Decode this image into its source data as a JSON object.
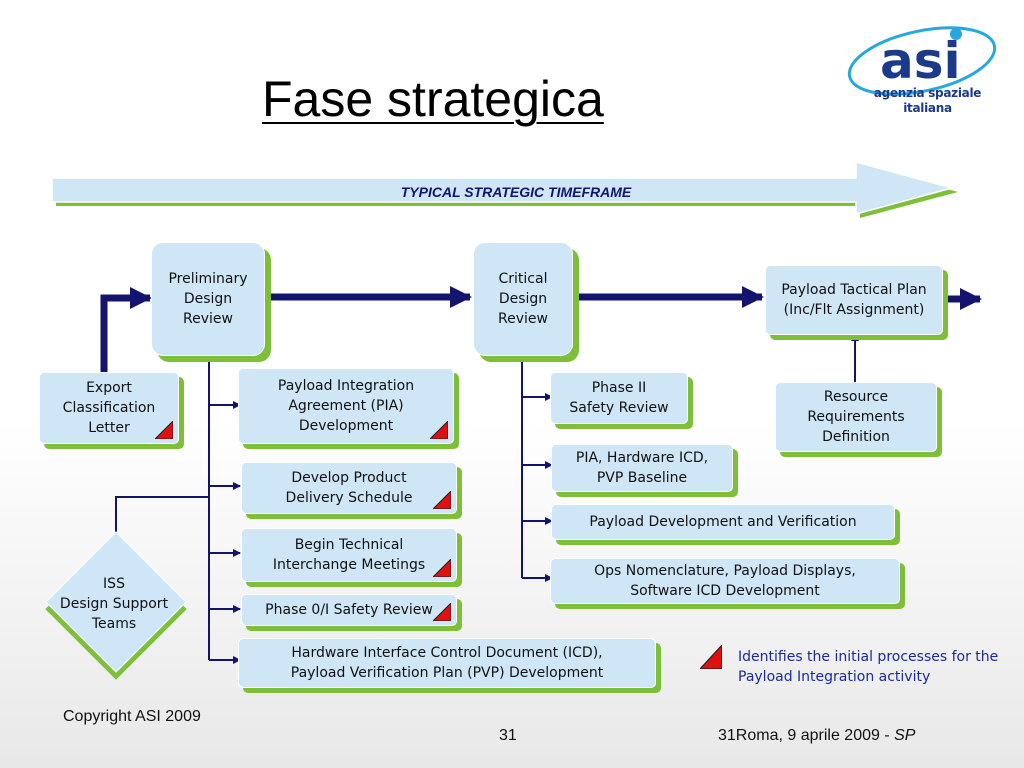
{
  "title": "Fase strategica",
  "logo": {
    "mark": "asi",
    "subtitle_line1": "agenzia spaziale",
    "subtitle_line2": "italiana"
  },
  "timeframe_label": "TYPICAL STRATEGIC TIMEFRAME",
  "milestones": {
    "pdr": "Preliminary\nDesign\nReview",
    "cdr": "Critical\nDesign\nReview",
    "ptp": "Payload Tactical Plan\n(Inc/Flt Assignment)"
  },
  "inputs": {
    "export": "Export\nClassification\nLetter",
    "iss": "ISS\nDesign Support\nTeams",
    "resource": "Resource\nRequirements\nDefinition"
  },
  "pdr_branch": [
    "Payload Integration\nAgreement (PIA)\nDevelopment",
    "Develop Product\nDelivery Schedule",
    "Begin Technical\nInterchange Meetings",
    "Phase 0/I Safety Review",
    "Hardware Interface Control Document (ICD),\nPayload Verification Plan (PVP) Development"
  ],
  "cdr_branch": [
    "Phase II\nSafety Review",
    "PIA, Hardware ICD,\nPVP Baseline",
    "Payload Development and Verification",
    "Ops Nomenclature, Payload Displays,\nSoftware ICD Development"
  ],
  "legend": "Identifies the initial processes for the Payload Integration activity",
  "footer": {
    "copyright": "Copyright ASI 2009",
    "page": "31",
    "place_prefix": "31Roma, 9 aprile 2009 - ",
    "place_suffix": "SP"
  },
  "colors": {
    "box_fill": "#cfe6f7",
    "box_shadow": "#7ebf3a",
    "connector": "#14146e",
    "flag": "#e01010"
  }
}
